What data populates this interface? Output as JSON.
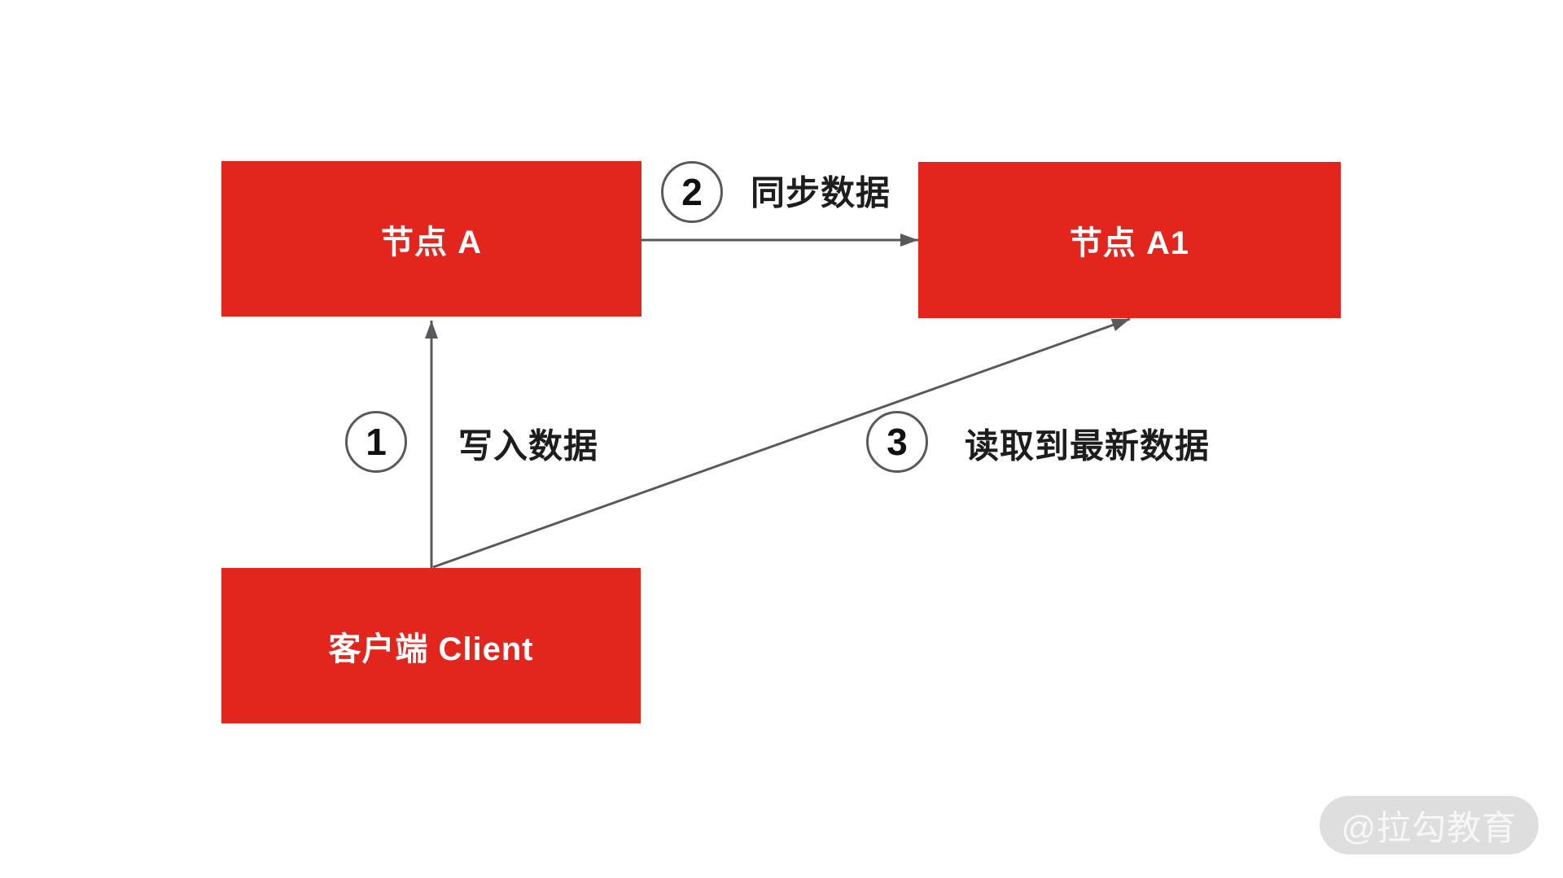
{
  "diagram": {
    "nodes": [
      {
        "id": "node-a",
        "label": "节点 A"
      },
      {
        "id": "node-a1",
        "label": "节点 A1"
      },
      {
        "id": "client",
        "label": "客户端 Client"
      }
    ],
    "edges": [
      {
        "step": "1",
        "label": "写入数据",
        "from": "client",
        "to": "node-a"
      },
      {
        "step": "2",
        "label": "同步数据",
        "from": "node-a",
        "to": "node-a1"
      },
      {
        "step": "3",
        "label": "读取到最新数据",
        "from": "client",
        "to": "node-a1"
      }
    ],
    "watermark": "@拉勾教育",
    "colors": {
      "node_fill": "#e2261d",
      "node_text": "#ffffff",
      "line": "#595959",
      "label_text": "#1d1d1f",
      "badge_bg": "#ffffff",
      "badge_border": "#595959",
      "watermark_bg": "#dedede",
      "watermark_text": "#f7f7f7"
    }
  }
}
